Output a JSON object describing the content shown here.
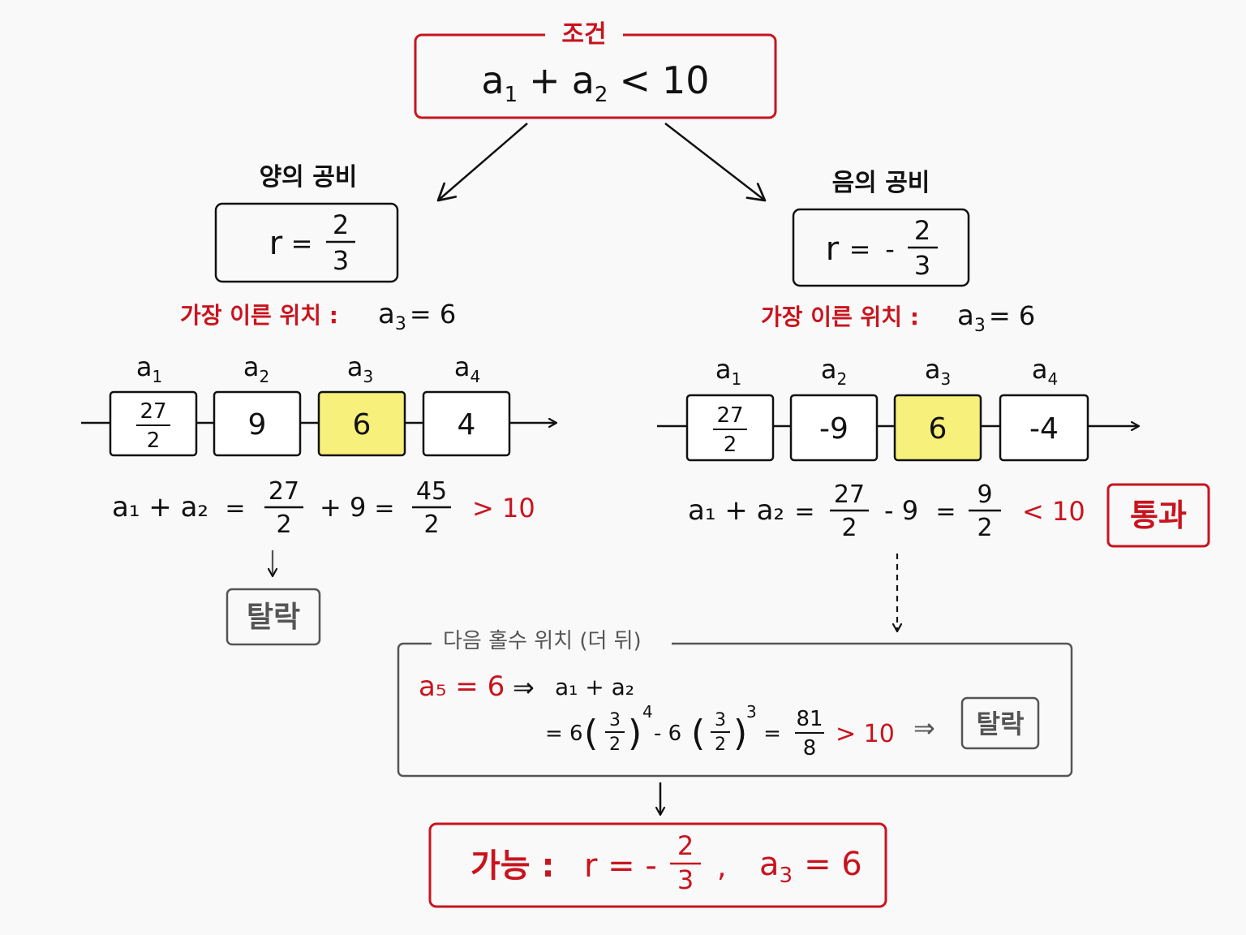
{
  "colors": {
    "red": "#c8141e",
    "black": "#111111",
    "gray": "#555555",
    "highlight": "#f7f07a",
    "background": "#f9f9f9"
  },
  "condition": {
    "title": "조건",
    "lhs_a1": "a",
    "lhs_sub1": "1",
    "plus": "+",
    "lhs_a2": "a",
    "lhs_sub2": "2",
    "rel": "<",
    "rhs": "10"
  },
  "left_branch": {
    "heading": "양의 공비",
    "ratio": {
      "var": "r",
      "eq": "=",
      "sign": "",
      "num": "2",
      "den": "3"
    },
    "earliest_label": "가장 이른 위치 :",
    "earliest_term": "a",
    "earliest_sub": "3",
    "earliest_value": "= 6",
    "terms": [
      {
        "label": "a",
        "sub": "1",
        "num": "27",
        "den": "2",
        "value": ""
      },
      {
        "label": "a",
        "sub": "2",
        "value": "9"
      },
      {
        "label": "a",
        "sub": "3",
        "value": "6",
        "highlight": true
      },
      {
        "label": "a",
        "sub": "4",
        "value": "4"
      }
    ],
    "sum": {
      "lhs": "a₁ + a₂",
      "eq1": "=",
      "f1_num": "27",
      "f1_den": "2",
      "op": "+ 9",
      "eq2": "=",
      "f2_num": "45",
      "f2_den": "2",
      "verdict": "> 10"
    },
    "result": "탈락"
  },
  "right_branch": {
    "heading": "음의 공비",
    "ratio": {
      "var": "r",
      "eq": "=",
      "sign": "-",
      "num": "2",
      "den": "3"
    },
    "earliest_label": "가장 이른 위치 :",
    "earliest_term": "a",
    "earliest_sub": "3",
    "earliest_value": "= 6",
    "terms": [
      {
        "label": "a",
        "sub": "1",
        "num": "27",
        "den": "2",
        "value": ""
      },
      {
        "label": "a",
        "sub": "2",
        "value": "-9"
      },
      {
        "label": "a",
        "sub": "3",
        "value": "6",
        "highlight": true
      },
      {
        "label": "a",
        "sub": "4",
        "value": "-4"
      }
    ],
    "sum": {
      "lhs": "a₁ + a₂",
      "eq1": "=",
      "f1_num": "27",
      "f1_den": "2",
      "op": "- 9",
      "eq2": "=",
      "f2_num": "9",
      "f2_den": "2",
      "verdict": "< 10"
    },
    "result": "통과"
  },
  "next_odd": {
    "title": "다음 홀수 위치 (더 뒤)",
    "a5_label": "a₅ = 6",
    "implies": "⇒",
    "sum_label": "a₁ + a₂",
    "expr_eq": "= 6",
    "f_num": "3",
    "f_den": "2",
    "exp1": "4",
    "minus6": "- 6",
    "exp2": "3",
    "eq": "=",
    "res_num": "81",
    "res_den": "8",
    "verdict": "> 10",
    "result": "탈락"
  },
  "conclusion": {
    "label": "가능 :",
    "r_part": "r = -",
    "num": "2",
    "den": "3",
    "comma": ",",
    "term": "a",
    "sub": "3",
    "value": "= 6"
  }
}
